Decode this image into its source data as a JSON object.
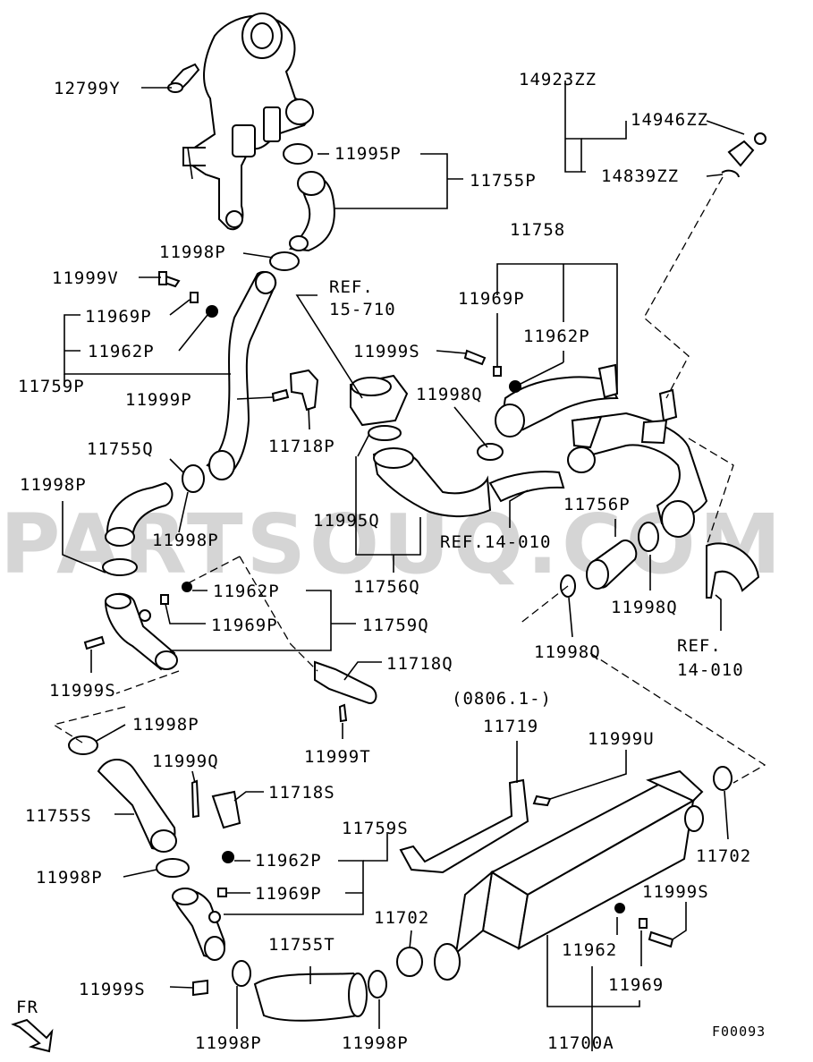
{
  "watermark": "PARTSOUQ.COM",
  "figure_code": "F00093",
  "front_indicator": "FR",
  "date_code": "(0806.1-)",
  "labels": {
    "p12799Y": "12799Y",
    "p14923ZZ": "14923ZZ",
    "p14946ZZ": "14946ZZ",
    "p14839ZZ": "14839ZZ",
    "p11995P": "11995P",
    "p11755P": "11755P",
    "p11758": "11758",
    "p11998P_a": "11998P",
    "p11999V": "11999V",
    "ref15_710_a": "REF.",
    "ref15_710_b": "15-710",
    "p11969P_a": "11969P",
    "p11969P_b": "11969P",
    "p11962P_a": "11962P",
    "p11962P_b": "11962P",
    "p11999S_a": "11999S",
    "p11759P": "11759P",
    "p11999P": "11999P",
    "p11998Q_a": "11998Q",
    "p11718P": "11718P",
    "p11755Q": "11755Q",
    "p11998P_b": "11998P",
    "p11998P_c": "11998P",
    "p11995Q": "11995Q",
    "ref14_010_a": "REF.14-010",
    "p11756P": "11756P",
    "p11756Q": "11756Q",
    "p11962P_c": "11962P",
    "p11969P_c": "11969P",
    "p11759Q": "11759Q",
    "p11998Q_b": "11998Q",
    "ref14_010_b1": "REF.",
    "ref14_010_b2": "14-010",
    "p11998Q_c": "11998Q",
    "p11718Q": "11718Q",
    "p11999S_b": "11999S",
    "p11998P_d": "11998P",
    "p11999T": "11999T",
    "p11719": "11719",
    "p11999U": "11999U",
    "p11999Q": "11999Q",
    "p11718S": "11718S",
    "p11755S": "11755S",
    "p11702_a": "11702",
    "p11759S": "11759S",
    "p11962P_d": "11962P",
    "p11998P_e": "11998P",
    "p11969P_d": "11969P",
    "p11999S_c": "11999S",
    "p11702_b": "11702",
    "p11755T": "11755T",
    "p11962": "11962",
    "p11999S_d": "11999S",
    "p11969": "11969",
    "p11998P_f": "11998P",
    "p11998P_g": "11998P",
    "p11700A": "11700A"
  }
}
